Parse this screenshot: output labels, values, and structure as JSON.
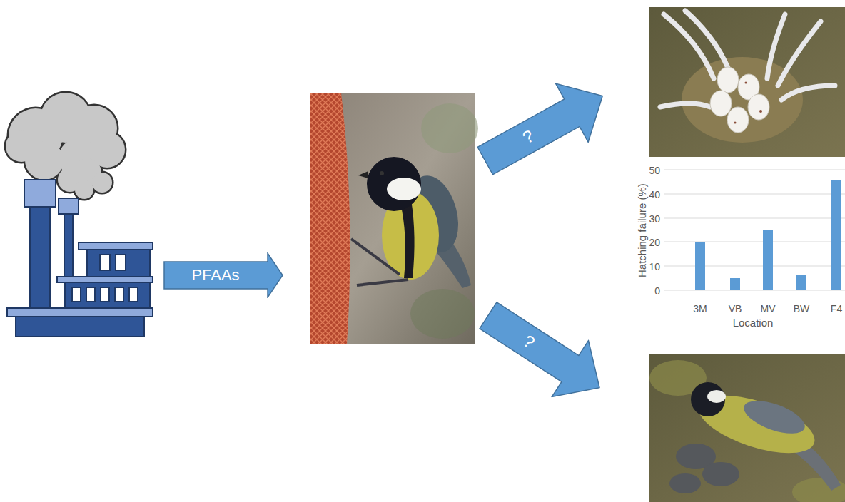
{
  "diagram": {
    "nodes": [
      {
        "text": [
          "PFAAs"
        ]
      },
      {
        "text": [
          "?"
        ]
      },
      {
        "text": [
          "?"
        ]
      }
    ],
    "labels": [
      "50",
      "40",
      "30",
      "20",
      "10",
      "0",
      "Hatching failure (%)",
      "3M",
      "VB",
      "MV",
      "BW",
      "F4",
      "Location"
    ]
  }
}
